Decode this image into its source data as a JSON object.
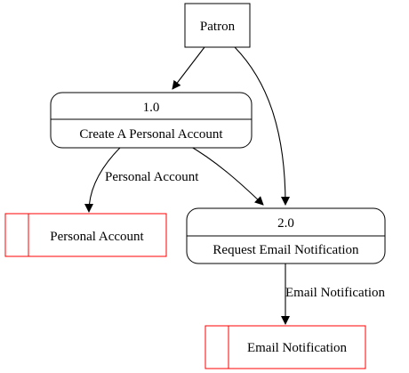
{
  "diagram": {
    "entity": {
      "label": "Patron"
    },
    "processes": [
      {
        "number": "1.0",
        "name": "Create A Personal Account"
      },
      {
        "number": "2.0",
        "name": "Request Email Notification"
      }
    ],
    "data_stores": [
      {
        "label": "Personal Account"
      },
      {
        "label": "Email Notification"
      }
    ],
    "flows": [
      {
        "from": "Patron",
        "to": "1.0",
        "label": ""
      },
      {
        "from": "Patron",
        "to": "2.0",
        "label": ""
      },
      {
        "from": "1.0",
        "to": "Personal Account",
        "label": "Personal Account"
      },
      {
        "from": "1.0",
        "to": "2.0",
        "label": ""
      },
      {
        "from": "2.0",
        "to": "Email Notification",
        "label": "Email Notification"
      }
    ],
    "colors": {
      "process_border": "#000000",
      "entity_border": "#000000",
      "data_store_border": "#ff0000",
      "edge": "#000000",
      "background": "#ffffff"
    }
  }
}
